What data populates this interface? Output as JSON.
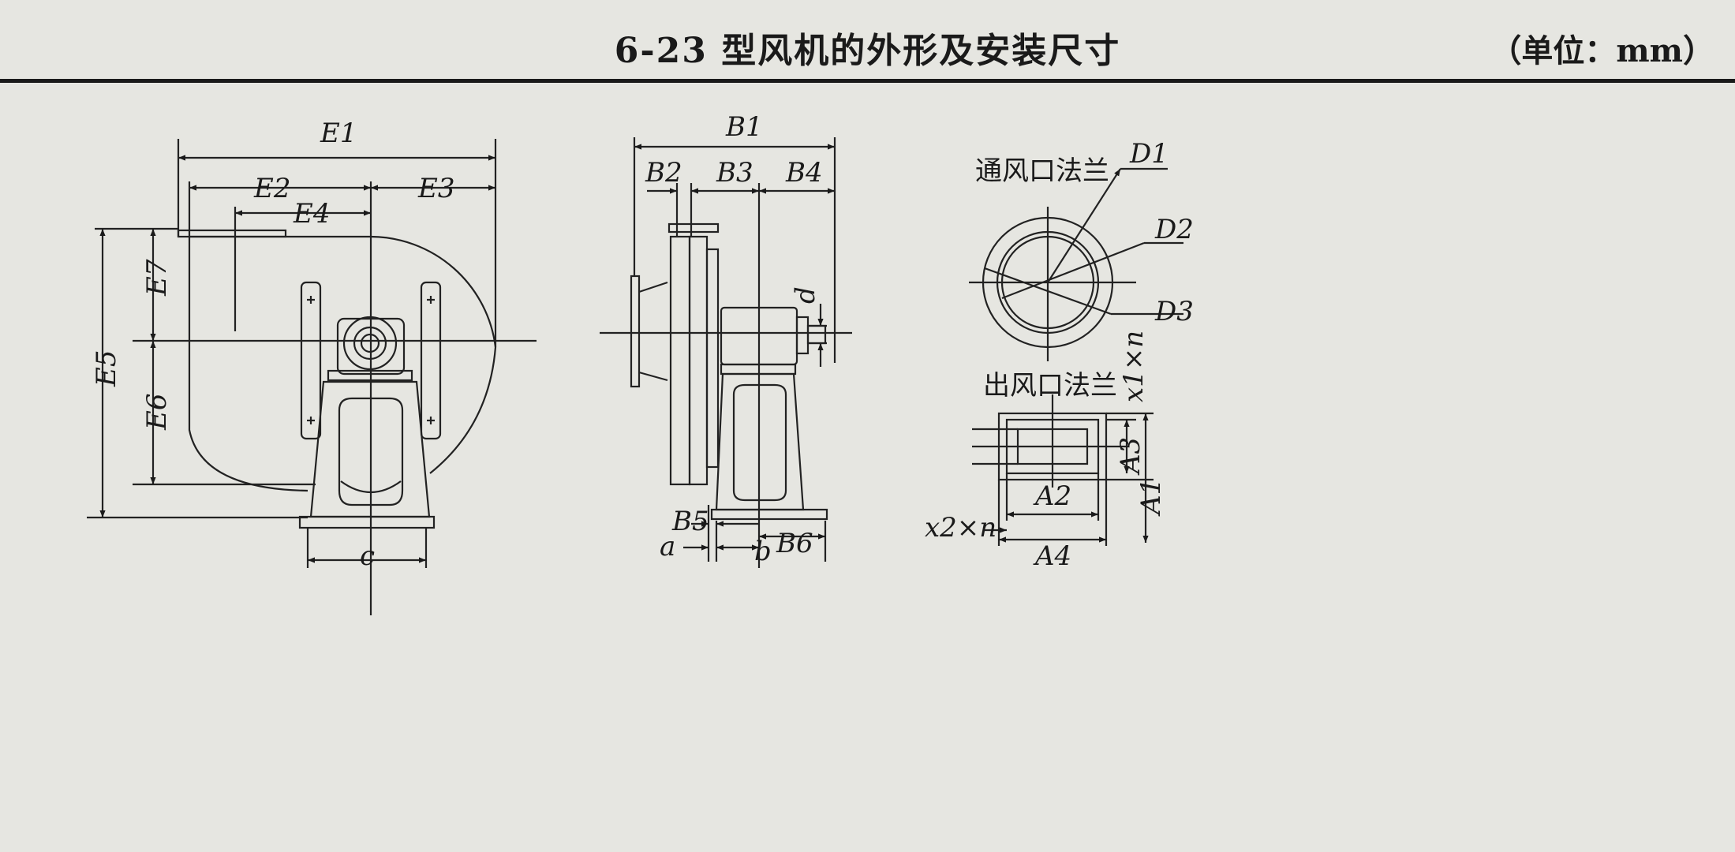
{
  "header": {
    "title": "6-23 型风机的外形及安装尺寸",
    "unit": "（单位：mm）"
  },
  "front_view": {
    "E1": "E1",
    "E2": "E2",
    "E3": "E3",
    "E4": "E4",
    "E5": "E5",
    "E6": "E6",
    "E7": "E7",
    "c": "c"
  },
  "side_view": {
    "B1": "B1",
    "B2": "B2",
    "B3": "B3",
    "B4": "B4",
    "B5": "B5",
    "B6": "B6",
    "d": "d",
    "a": "a",
    "b": "b"
  },
  "inlet_flange": {
    "title": "通风口法兰",
    "D1": "D1",
    "D2": "D2",
    "D3": "D3"
  },
  "outlet_flange": {
    "title": "出风口法兰",
    "x1n": "x1×n",
    "x2n": "x2×n",
    "A1": "A1",
    "A2": "A2",
    "A3": "A3",
    "A4": "A4"
  }
}
